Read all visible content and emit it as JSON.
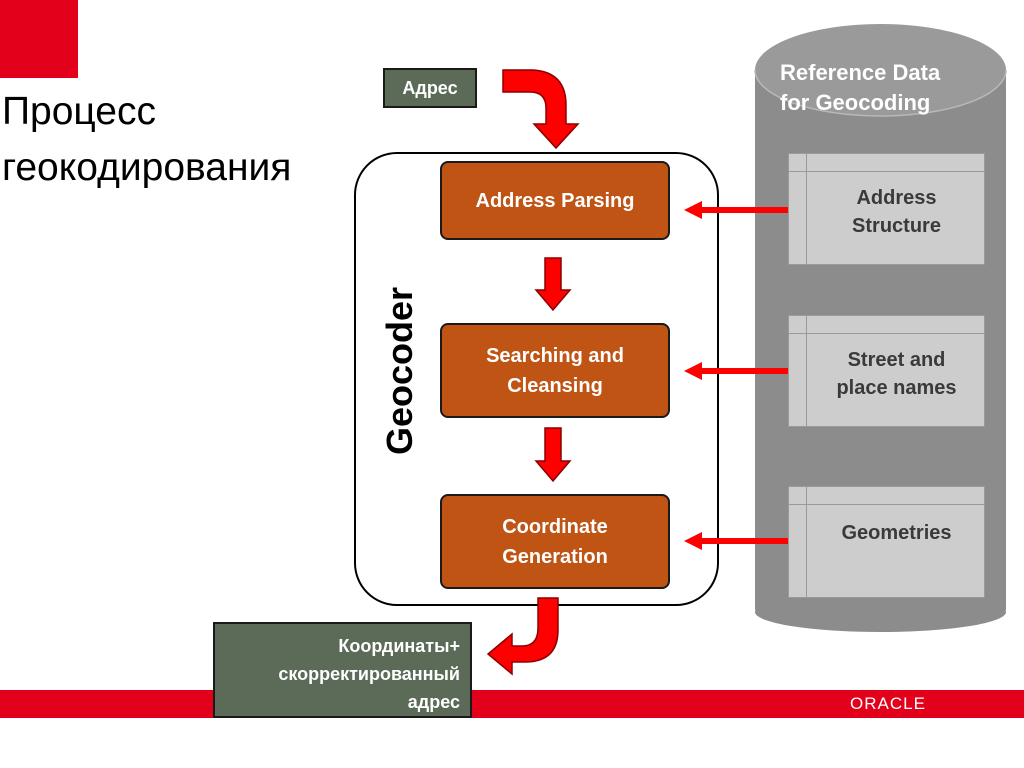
{
  "title": {
    "line1": "Процесс",
    "line2": "геокодирования"
  },
  "input_label": "Адрес",
  "output_label": {
    "line1": "Координаты+",
    "line2": "скорректированный",
    "line3": "адрес"
  },
  "geocoder_label": "Geocoder",
  "steps": [
    {
      "line1": "Address Parsing",
      "line2": ""
    },
    {
      "line1": "Searching and",
      "line2": "Cleansing"
    },
    {
      "line1": "Coordinate",
      "line2": "Generation"
    }
  ],
  "reference_data": {
    "title_line1": "Reference Data",
    "title_line2": "for Geocoding",
    "items": [
      {
        "line1": "Address",
        "line2": "Structure"
      },
      {
        "line1": "Street and",
        "line2": "place names"
      },
      {
        "line1": "Geometries",
        "line2": ""
      }
    ]
  },
  "footer": {
    "logo_text": "ORACLE"
  },
  "colors": {
    "brand_red": "#e3001b",
    "step_orange": "#bf5414",
    "label_green": "#5b6b58",
    "cylinder_gray": "#8c8c8c",
    "arrow_red": "#ff0000"
  }
}
